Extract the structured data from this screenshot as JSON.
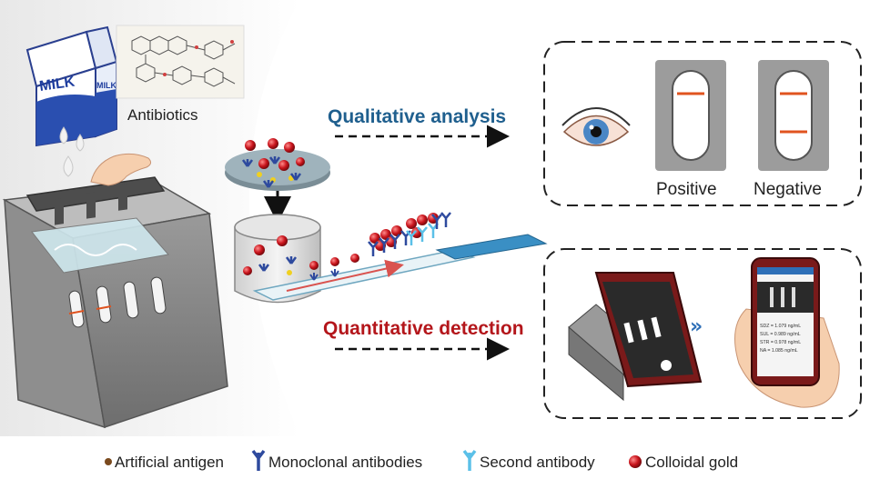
{
  "labels": {
    "antibiotics": "Antibiotics",
    "milk_carton": "MILK",
    "milk_carton_side": "MILK",
    "qualitative": "Qualitative analysis",
    "quantitative": "Quantitative detection",
    "positive": "Positive",
    "negative": "Negative"
  },
  "phone_readout": [
    "SDZ = 1.079 ng/mL",
    "SUL = 0.989 ng/mL",
    "STR = 0.978 ng/mL",
    "NA = 1.085 ng/mL"
  ],
  "legend": [
    {
      "icon": "antigen-dot-icon",
      "label": "Artificial antigen"
    },
    {
      "icon": "monoclonal-antibody-icon",
      "label": "Monoclonal antibodies"
    },
    {
      "icon": "second-antibody-icon",
      "label": "Second antibody"
    },
    {
      "icon": "colloidal-gold-icon",
      "label": "Colloidal gold"
    }
  ],
  "colors": {
    "qualitative_text": "#1f5f8e",
    "quantitative_text": "#b4161b",
    "test_line": "#e0531f",
    "antibody_blue": "#2e4a9e",
    "second_antibody": "#5bc0e8",
    "gold": "#c8141c",
    "antigen": "#7a4a1e"
  }
}
